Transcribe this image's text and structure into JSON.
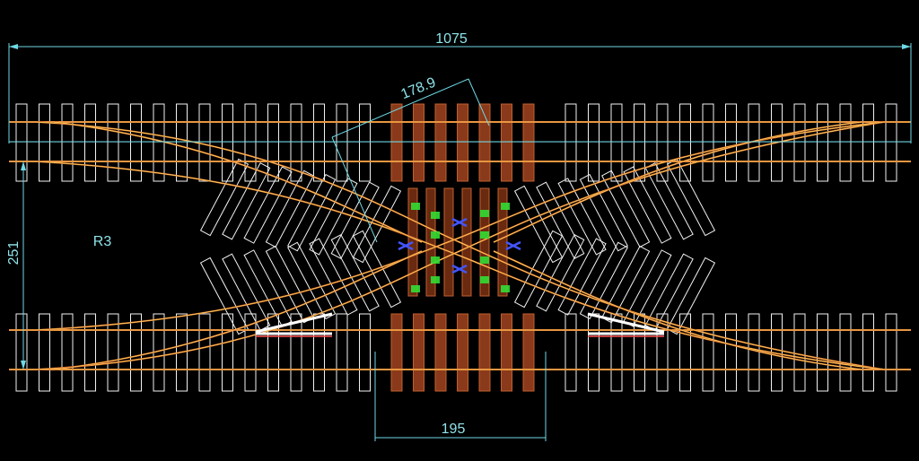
{
  "dimensions": {
    "overall_length": "1075",
    "diagonal": "178.9",
    "track_spacing": "251",
    "radius": "R3",
    "crossing_length": "195"
  },
  "colors": {
    "background": "#000000",
    "sleeper": "#f2f2f2",
    "sleeper_alt": "#a8e6f0",
    "dimension": "#6fd9e6",
    "rail": "#d96a2a",
    "rail_inner": "#ffe066",
    "crossing_sleeper": "#8a3a1a",
    "joint_green": "#33dd33",
    "joint_blue": "#4455ff"
  }
}
